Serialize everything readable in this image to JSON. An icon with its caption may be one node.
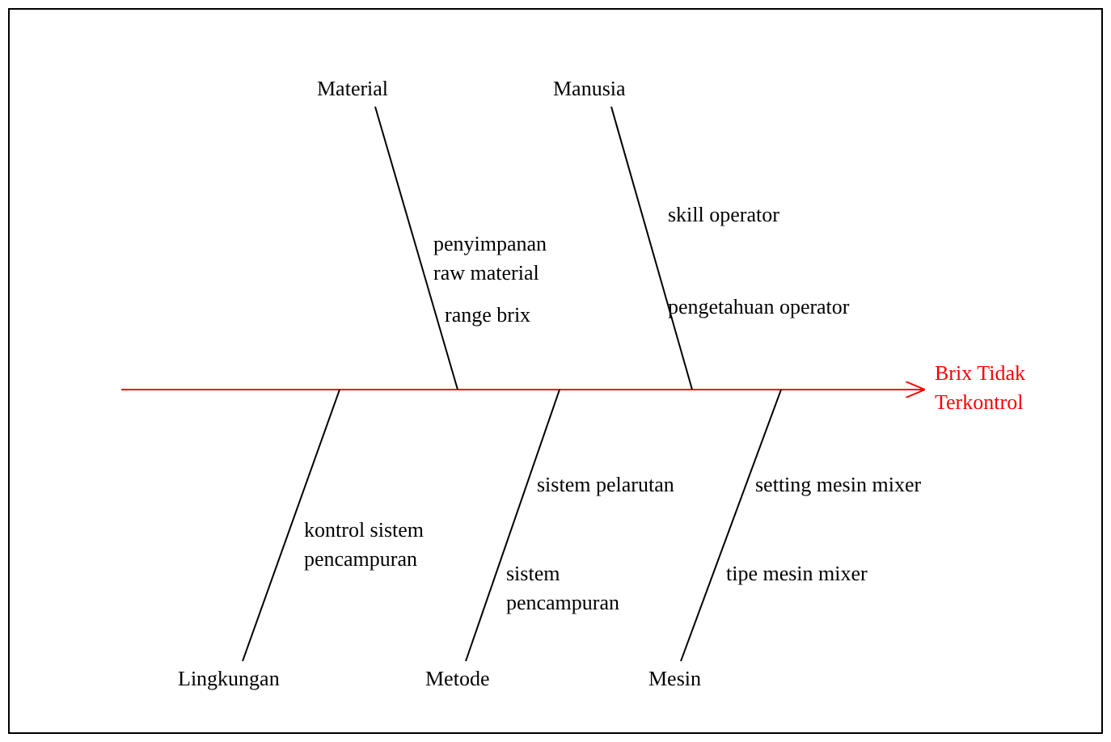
{
  "diagram": {
    "nodes": [
      {
        "text": [
          "Material"
        ]
      },
      {
        "text": [
          "Manusia"
        ]
      },
      {
        "text": [
          "Brix Tidak Terkontrol"
        ]
      },
      {
        "text": [
          "Lingkungan"
        ]
      },
      {
        "text": [
          "Metode"
        ]
      },
      {
        "text": [
          "Mesin"
        ]
      }
    ],
    "edges": [
      {
        "from": null,
        "to": 2,
        "arrow": "to",
        "color": "#ff0000"
      },
      {
        "from": 0,
        "to": null,
        "arrow": "none"
      },
      {
        "from": 1,
        "to": null,
        "arrow": "none"
      },
      {
        "from": 3,
        "to": null,
        "arrow": "none"
      },
      {
        "from": 4,
        "to": null,
        "arrow": "none"
      },
      {
        "from": 5,
        "to": null,
        "arrow": "none"
      }
    ],
    "labels": [
      "penyimpanan raw material",
      "skill operator",
      "range brix",
      "pengetahuan operator",
      "sistem pelarutan",
      "setting mesin mixer",
      "kontrol sistem pencampuran",
      "sistem pencampuran",
      "tipe mesin mixer"
    ]
  }
}
